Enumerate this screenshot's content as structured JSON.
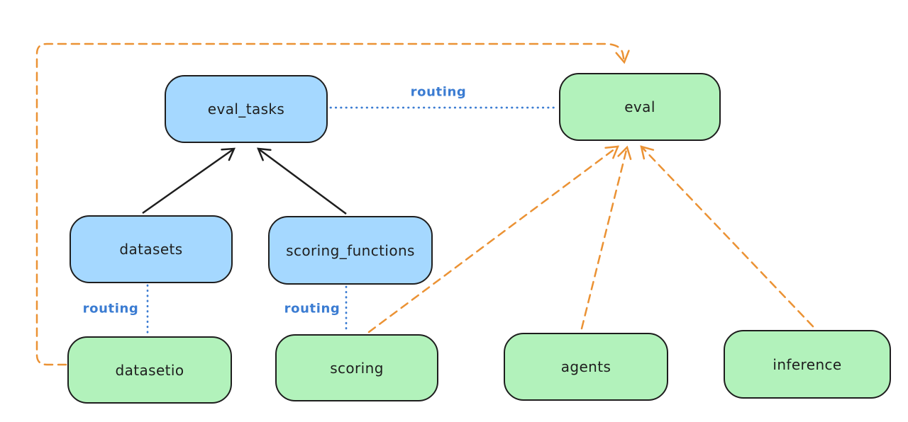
{
  "diagram": {
    "background": "#ffffff",
    "labels": {
      "routing": "routing"
    },
    "nodes": {
      "eval_tasks": {
        "label": "eval_tasks",
        "color_group": "blue",
        "fill": "#a5d8ff"
      },
      "eval": {
        "label": "eval",
        "color_group": "green",
        "fill": "#b2f2bb"
      },
      "datasets": {
        "label": "datasets",
        "color_group": "blue",
        "fill": "#a5d8ff"
      },
      "scoring_functions": {
        "label": "scoring_functions",
        "color_group": "blue",
        "fill": "#a5d8ff"
      },
      "datasetio": {
        "label": "datasetio",
        "color_group": "green",
        "fill": "#b2f2bb"
      },
      "scoring": {
        "label": "scoring",
        "color_group": "green",
        "fill": "#b2f2bb"
      },
      "agents": {
        "label": "agents",
        "color_group": "green",
        "fill": "#b2f2bb"
      },
      "inference": {
        "label": "inference",
        "color_group": "green",
        "fill": "#b2f2bb"
      }
    },
    "edges": [
      {
        "from": "datasets",
        "to": "eval_tasks",
        "style": "solid",
        "color": "#1e1e1e",
        "arrow": true
      },
      {
        "from": "scoring_functions",
        "to": "eval_tasks",
        "style": "solid",
        "color": "#1e1e1e",
        "arrow": true
      },
      {
        "from": "eval_tasks",
        "to": "eval",
        "style": "dotted",
        "color": "#3b7cd2",
        "arrow": false,
        "label": "routing"
      },
      {
        "from": "datasets",
        "to": "datasetio",
        "style": "dotted",
        "color": "#3b7cd2",
        "arrow": false,
        "label": "routing"
      },
      {
        "from": "scoring_functions",
        "to": "scoring",
        "style": "dotted",
        "color": "#3b7cd2",
        "arrow": false,
        "label": "routing"
      },
      {
        "from": "datasetio",
        "to": "eval",
        "style": "dashed",
        "color": "#eb9234",
        "arrow": true,
        "route": "around-left-and-top"
      },
      {
        "from": "scoring",
        "to": "eval",
        "style": "dashed",
        "color": "#eb9234",
        "arrow": true
      },
      {
        "from": "agents",
        "to": "eval",
        "style": "dashed",
        "color": "#eb9234",
        "arrow": true
      },
      {
        "from": "inference",
        "to": "eval",
        "style": "dashed",
        "color": "#eb9234",
        "arrow": true
      }
    ],
    "stroke_colors": {
      "node_border": "#1e1e1e",
      "routing_blue": "#3b7cd2",
      "orange": "#eb9234",
      "black": "#1e1e1e"
    }
  }
}
